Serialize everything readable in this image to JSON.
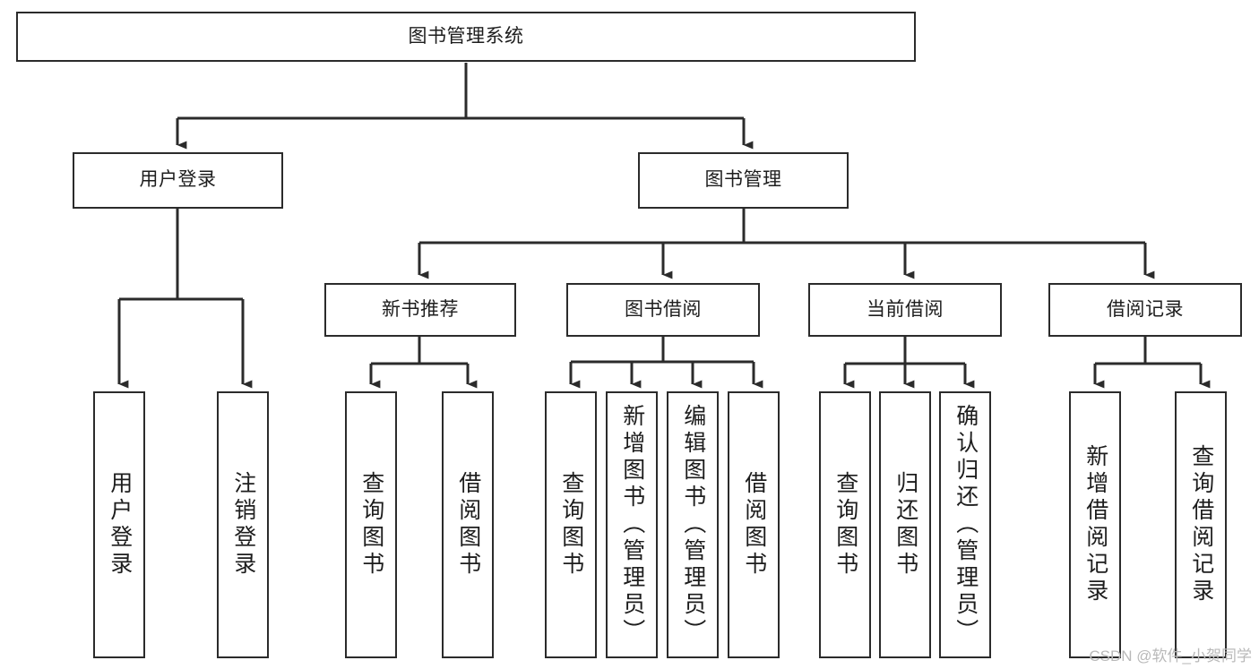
{
  "diagram": {
    "type": "tree-hierarchy",
    "title": "图书管理系统",
    "watermark": "CSDN @软件_小贺同学",
    "colors": {
      "box_border": "#2b2b2b",
      "box_fill": "#ffffff",
      "connector": "#2b2b2b",
      "text": "#1d1d1d",
      "watermark": "#b9b9b9",
      "background": "#ffffff"
    },
    "root": {
      "label": "图书管理系统"
    },
    "level2": [
      {
        "label": "用户登录"
      },
      {
        "label": "图书管理"
      }
    ],
    "level3": [
      {
        "label": "新书推荐"
      },
      {
        "label": "图书借阅"
      },
      {
        "label": "当前借阅"
      },
      {
        "label": "借阅记录"
      }
    ],
    "leaves": {
      "user_login": [
        {
          "label": "用户登录"
        },
        {
          "label": "注销登录"
        }
      ],
      "new_book": [
        {
          "label": "查询图书"
        },
        {
          "label": "借阅图书"
        }
      ],
      "book_borrow": [
        {
          "label": "查询图书"
        },
        {
          "label": "新增图书（管理员）"
        },
        {
          "label": "编辑图书（管理员）"
        },
        {
          "label": "借阅图书"
        }
      ],
      "current_borrow": [
        {
          "label": "查询图书"
        },
        {
          "label": "归还图书"
        },
        {
          "label": "确认归还（管理员）"
        }
      ],
      "borrow_record": [
        {
          "label": "新增借阅记录"
        },
        {
          "label": "查询借阅记录"
        }
      ]
    }
  }
}
